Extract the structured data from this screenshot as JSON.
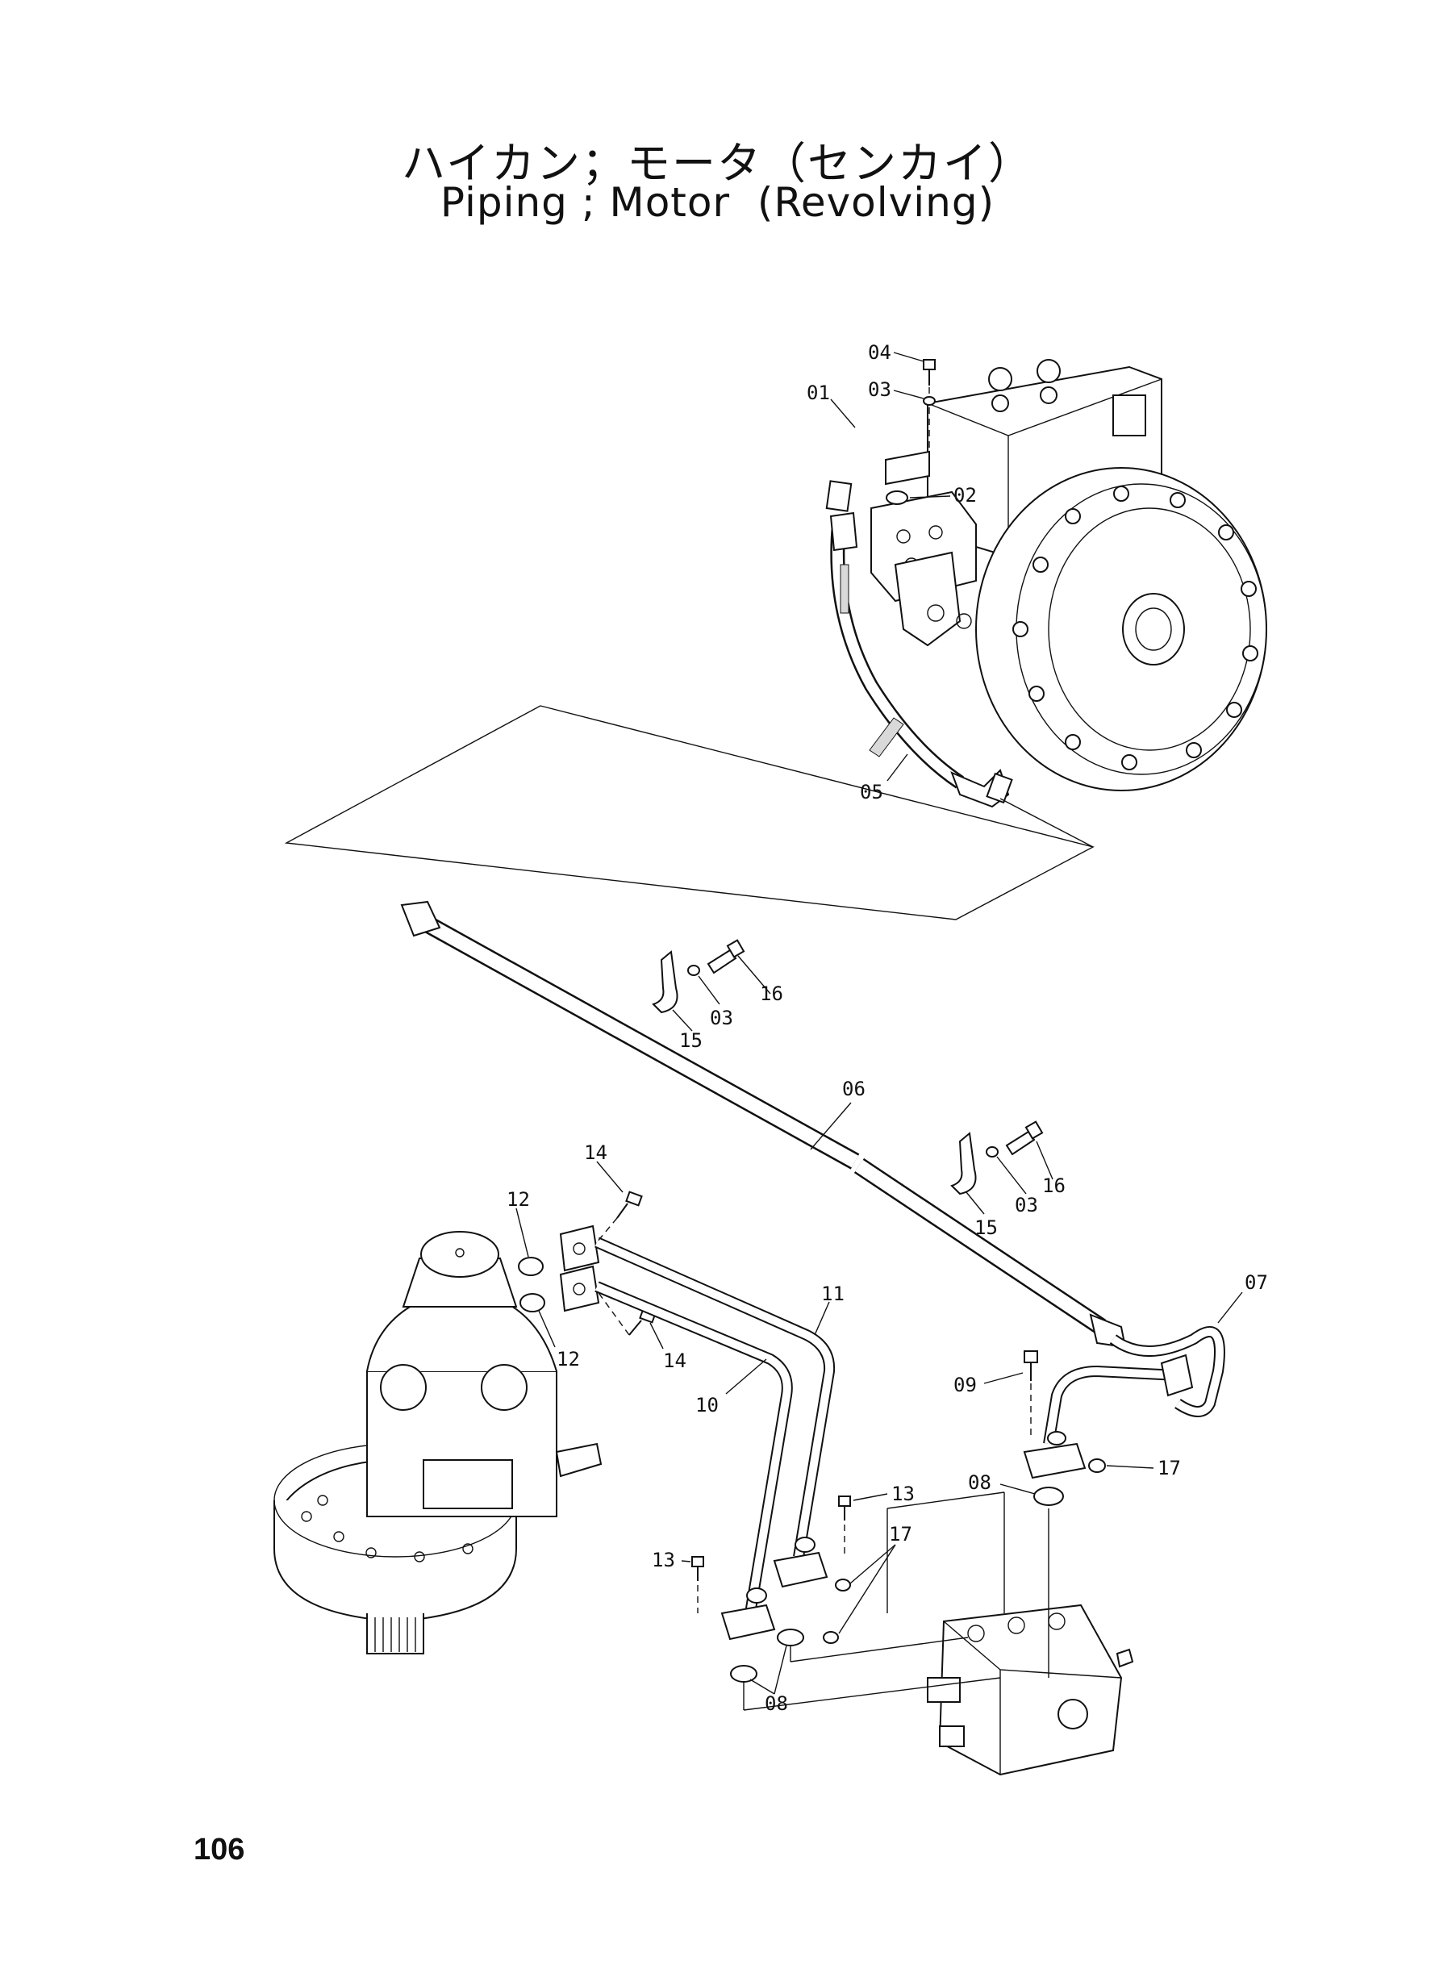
{
  "header": {
    "title_jp": "ハイカン；モータ（センカイ）",
    "title_en": "Piping ; Motor  (Revolving)"
  },
  "footer": {
    "page_number": "106"
  },
  "callouts": [
    {
      "id": "c01",
      "text": "01"
    },
    {
      "id": "c02",
      "text": "02"
    },
    {
      "id": "c03a",
      "text": "03"
    },
    {
      "id": "c04",
      "text": "04"
    },
    {
      "id": "c05",
      "text": "05"
    },
    {
      "id": "c16a",
      "text": "16"
    },
    {
      "id": "c03b",
      "text": "03"
    },
    {
      "id": "c15a",
      "text": "15"
    },
    {
      "id": "c06",
      "text": "06"
    },
    {
      "id": "c16b",
      "text": "16"
    },
    {
      "id": "c03c",
      "text": "03"
    },
    {
      "id": "c15b",
      "text": "15"
    },
    {
      "id": "c14a",
      "text": "14"
    },
    {
      "id": "c12a",
      "text": "12"
    },
    {
      "id": "c12b",
      "text": "12"
    },
    {
      "id": "c14b",
      "text": "14"
    },
    {
      "id": "c11",
      "text": "11"
    },
    {
      "id": "c10",
      "text": "10"
    },
    {
      "id": "c07",
      "text": "07"
    },
    {
      "id": "c09",
      "text": "09"
    },
    {
      "id": "c17a",
      "text": "17"
    },
    {
      "id": "c08a",
      "text": "08"
    },
    {
      "id": "c13a",
      "text": "13"
    },
    {
      "id": "c13b",
      "text": "13"
    },
    {
      "id": "c17b",
      "text": "17"
    },
    {
      "id": "c08b",
      "text": "08"
    }
  ]
}
